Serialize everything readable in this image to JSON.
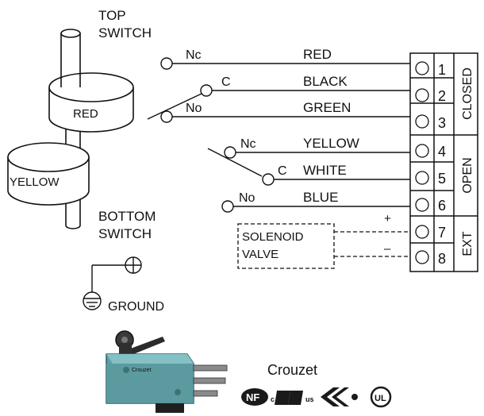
{
  "switches": {
    "top_label_line1": "TOP",
    "top_label_line2": "SWITCH",
    "bottom_label_line1": "BOTTOM",
    "bottom_label_line2": "SWITCH",
    "cam_top": "RED",
    "cam_bottom": "YELLOW"
  },
  "contacts": [
    {
      "tag": "Nc",
      "wire": "RED"
    },
    {
      "tag": "C",
      "wire": "BLACK"
    },
    {
      "tag": "No",
      "wire": "GREEN"
    },
    {
      "tag": "Nc",
      "wire": "YELLOW"
    },
    {
      "tag": "C",
      "wire": "WHITE"
    },
    {
      "tag": "No",
      "wire": "BLUE"
    }
  ],
  "solenoid": {
    "line1": "SOLENOID",
    "line2": "VALVE",
    "plus": "+",
    "minus": "–"
  },
  "terminals": [
    "1",
    "2",
    "3",
    "4",
    "5",
    "6",
    "7",
    "8"
  ],
  "groups": [
    "CLOSED",
    "OPEN",
    "EXT"
  ],
  "ground": "GROUND",
  "brand": "Crouzet",
  "product_logo_text": "Crouzet",
  "certifications": [
    "NF",
    "c",
    "us",
    "UL"
  ]
}
